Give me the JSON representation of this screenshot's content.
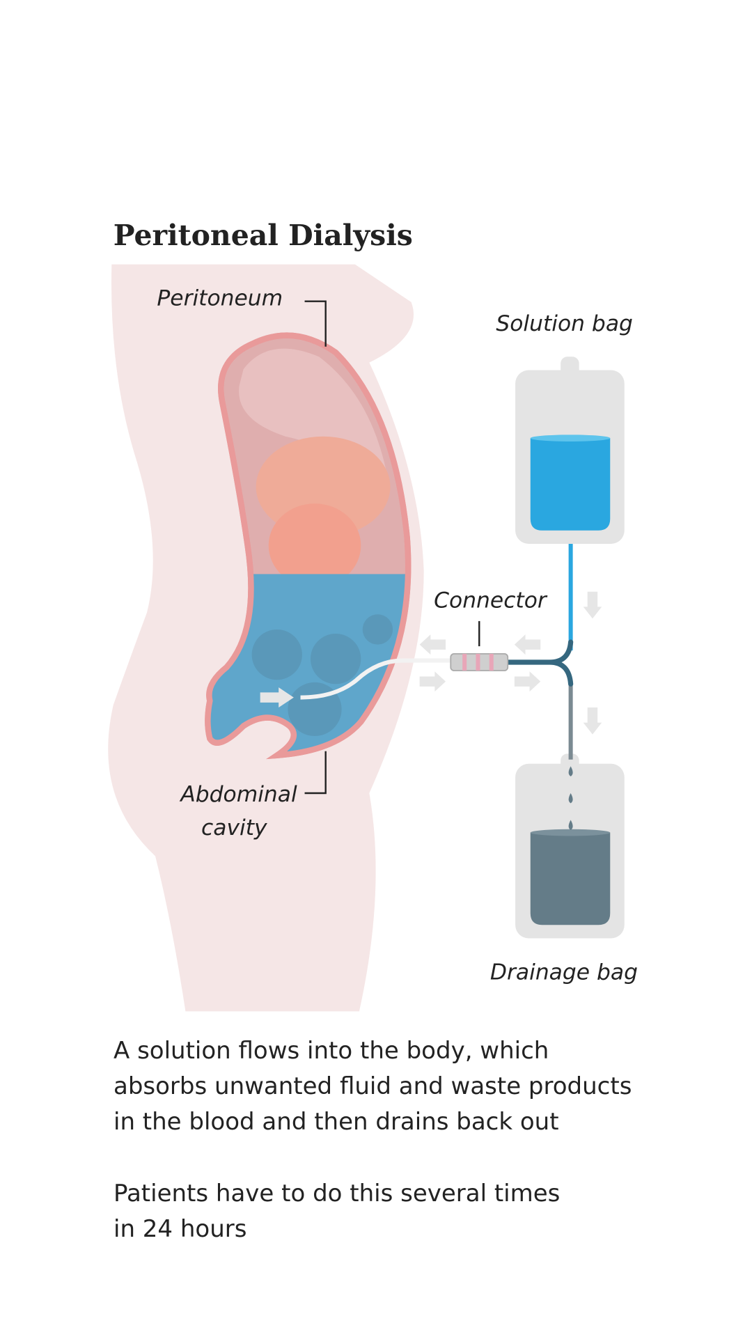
{
  "title": "Peritoneal Dialysis",
  "labels": {
    "peritoneum": "Peritoneum",
    "solution_bag": "Solution bag",
    "connector": "Connector",
    "abdominal_1": "Abdominal",
    "abdominal_2": "cavity",
    "drainage_bag": "Drainage bag"
  },
  "description": {
    "p1_lines": [
      "A solution flows into the body, which",
      "absorbs unwanted fluid and waste products",
      "in the blood and then drains back out"
    ],
    "p2_lines": [
      "Patients have to do this several times",
      "in 24 hours"
    ]
  },
  "colors": {
    "skin": "#f5e6e6",
    "peritoneum": "#e99a9a",
    "solution": "#2aa7e0",
    "dialysate_in_body": "#5fa6cb",
    "drainage": "#647c88",
    "bag": "#e4e4e4",
    "tube_dark": "#35677f"
  }
}
